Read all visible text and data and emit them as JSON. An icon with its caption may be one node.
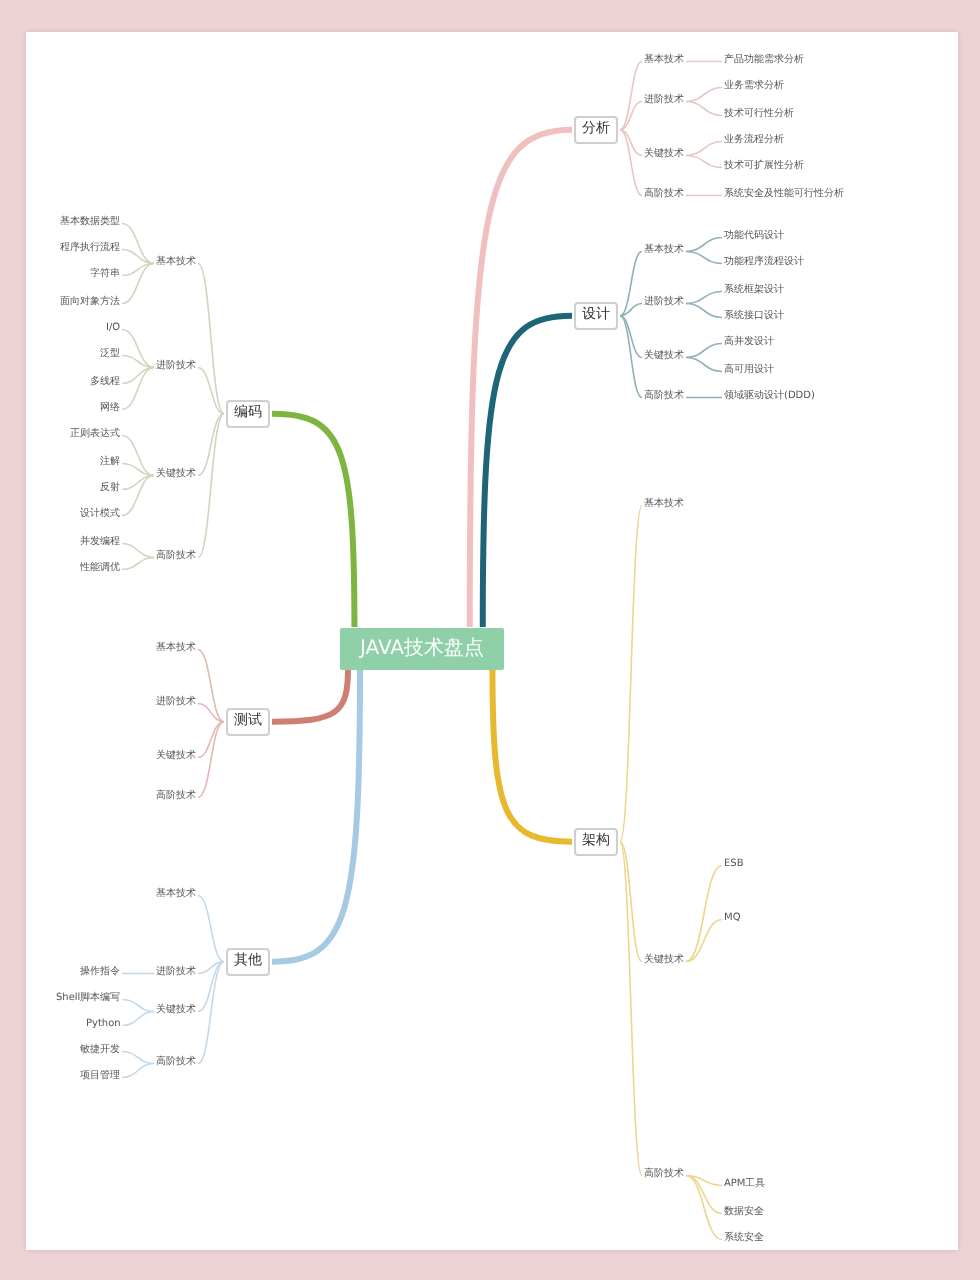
{
  "diagram": {
    "nodes": [
      {
        "text": [
          "JAVA技术盘点"
        ]
      },
      {
        "text": [
          "分析"
        ]
      },
      {
        "text": [
          "基本技术"
        ]
      },
      {
        "text": [
          "产品功能需求分析"
        ]
      },
      {
        "text": [
          "进阶技术"
        ]
      },
      {
        "text": [
          "业务需求分析"
        ]
      },
      {
        "text": [
          "技术可行性分析"
        ]
      },
      {
        "text": [
          "关键技术"
        ]
      },
      {
        "text": [
          "业务流程分析"
        ]
      },
      {
        "text": [
          "技术可扩展性分析"
        ]
      },
      {
        "text": [
          "高阶技术"
        ]
      },
      {
        "text": [
          "系统安全及性能可行性分析"
        ]
      },
      {
        "text": [
          "设计"
        ]
      },
      {
        "text": [
          "基本技术"
        ]
      },
      {
        "text": [
          "功能代码设计"
        ]
      },
      {
        "text": [
          "功能程序流程设计"
        ]
      },
      {
        "text": [
          "进阶技术"
        ]
      },
      {
        "text": [
          "系统框架设计"
        ]
      },
      {
        "text": [
          "系统接口设计"
        ]
      },
      {
        "text": [
          "关键技术"
        ]
      },
      {
        "text": [
          "高并发设计"
        ]
      },
      {
        "text": [
          "高可用设计"
        ]
      },
      {
        "text": [
          "高阶技术"
        ]
      },
      {
        "text": [
          "领域驱动设计(DDD)"
        ]
      },
      {
        "text": [
          "架构"
        ]
      },
      {
        "text": [
          "基本技术"
        ]
      },
      {
        "text": [
          "关键技术"
        ]
      },
      {
        "text": [
          "ESB"
        ]
      },
      {
        "text": [
          "MQ"
        ]
      },
      {
        "text": [
          "高阶技术"
        ]
      },
      {
        "text": [
          "APM工具"
        ]
      },
      {
        "text": [
          "数据安全"
        ]
      },
      {
        "text": [
          "系统安全"
        ]
      },
      {
        "text": [
          "编码"
        ]
      },
      {
        "text": [
          "基本技术"
        ]
      },
      {
        "text": [
          "基本数据类型"
        ]
      },
      {
        "text": [
          "程序执行流程"
        ]
      },
      {
        "text": [
          "字符串"
        ]
      },
      {
        "text": [
          "面向对象方法"
        ]
      },
      {
        "text": [
          "进阶技术"
        ]
      },
      {
        "text": [
          "I/O"
        ]
      },
      {
        "text": [
          "泛型"
        ]
      },
      {
        "text": [
          "多线程"
        ]
      },
      {
        "text": [
          "网络"
        ]
      },
      {
        "text": [
          "关键技术"
        ]
      },
      {
        "text": [
          "正则表达式"
        ]
      },
      {
        "text": [
          "注解"
        ]
      },
      {
        "text": [
          "反射"
        ]
      },
      {
        "text": [
          "设计模式"
        ]
      },
      {
        "text": [
          "高阶技术"
        ]
      },
      {
        "text": [
          "并发编程"
        ]
      },
      {
        "text": [
          "性能调优"
        ]
      },
      {
        "text": [
          "测试"
        ]
      },
      {
        "text": [
          "基本技术"
        ]
      },
      {
        "text": [
          "进阶技术"
        ]
      },
      {
        "text": [
          "关键技术"
        ]
      },
      {
        "text": [
          "高阶技术"
        ]
      },
      {
        "text": [
          "其他"
        ]
      },
      {
        "text": [
          "基本技术"
        ]
      },
      {
        "text": [
          "进阶技术"
        ]
      },
      {
        "text": [
          "操作指令"
        ]
      },
      {
        "text": [
          "关键技术"
        ]
      },
      {
        "text": [
          "Shell脚本编写"
        ]
      },
      {
        "text": [
          "Python"
        ]
      },
      {
        "text": [
          "高阶技术"
        ]
      },
      {
        "text": [
          "敏捷开发"
        ]
      },
      {
        "text": [
          "项目管理"
        ]
      }
    ],
    "edges": [
      {
        "from": 0,
        "to": 1,
        "arrow": "none",
        "style": "thick",
        "color": "#f0c0c0"
      },
      {
        "from": 1,
        "to": 2,
        "arrow": "none",
        "color": "#e8c6c6"
      },
      {
        "from": 2,
        "to": 3,
        "arrow": "none",
        "color": "#e8c6c6"
      },
      {
        "from": 1,
        "to": 4,
        "arrow": "none",
        "color": "#e8c6c6"
      },
      {
        "from": 4,
        "to": 5,
        "arrow": "none",
        "color": "#e8c6c6"
      },
      {
        "from": 4,
        "to": 6,
        "arrow": "none",
        "color": "#e8c6c6"
      },
      {
        "from": 1,
        "to": 7,
        "arrow": "none",
        "color": "#e8c6c6"
      },
      {
        "from": 7,
        "to": 8,
        "arrow": "none",
        "color": "#e8c6c6"
      },
      {
        "from": 7,
        "to": 9,
        "arrow": "none",
        "color": "#e8c6c6"
      },
      {
        "from": 1,
        "to": 10,
        "arrow": "none",
        "color": "#e8c6c6"
      },
      {
        "from": 10,
        "to": 11,
        "arrow": "none",
        "color": "#e8c6c6"
      },
      {
        "from": 0,
        "to": 12,
        "arrow": "none",
        "style": "thick",
        "color": "#1e6677"
      },
      {
        "from": 12,
        "to": 13,
        "arrow": "none",
        "color": "#8fb1b8"
      },
      {
        "from": 13,
        "to": 14,
        "arrow": "none",
        "color": "#8fb1b8"
      },
      {
        "from": 13,
        "to": 15,
        "arrow": "none",
        "color": "#8fb1b8"
      },
      {
        "from": 12,
        "to": 16,
        "arrow": "none",
        "color": "#8fb1b8"
      },
      {
        "from": 16,
        "to": 17,
        "arrow": "none",
        "color": "#8fb1b8"
      },
      {
        "from": 16,
        "to": 18,
        "arrow": "none",
        "color": "#8fb1b8"
      },
      {
        "from": 12,
        "to": 19,
        "arrow": "none",
        "color": "#8fb1b8"
      },
      {
        "from": 19,
        "to": 20,
        "arrow": "none",
        "color": "#8fb1b8"
      },
      {
        "from": 19,
        "to": 21,
        "arrow": "none",
        "color": "#8fb1b8"
      },
      {
        "from": 12,
        "to": 22,
        "arrow": "none",
        "color": "#8fb1b8"
      },
      {
        "from": 22,
        "to": 23,
        "arrow": "none",
        "color": "#8fb1b8"
      },
      {
        "from": 0,
        "to": 24,
        "arrow": "none",
        "style": "thick",
        "color": "#e8b82e"
      },
      {
        "from": 24,
        "to": 25,
        "arrow": "none",
        "color": "#ecd68a"
      },
      {
        "from": 24,
        "to": 26,
        "arrow": "none",
        "color": "#ecd68a"
      },
      {
        "from": 26,
        "to": 27,
        "arrow": "none",
        "color": "#ecd68a"
      },
      {
        "from": 26,
        "to": 28,
        "arrow": "none",
        "color": "#ecd68a"
      },
      {
        "from": 24,
        "to": 29,
        "arrow": "none",
        "color": "#ecd68a"
      },
      {
        "from": 29,
        "to": 30,
        "arrow": "none",
        "color": "#ecd68a"
      },
      {
        "from": 29,
        "to": 31,
        "arrow": "none",
        "color": "#ecd68a"
      },
      {
        "from": 29,
        "to": 32,
        "arrow": "none",
        "color": "#ecd68a"
      },
      {
        "from": 0,
        "to": 33,
        "arrow": "none",
        "style": "thick",
        "color": "#7db540"
      },
      {
        "from": 33,
        "to": 34,
        "arrow": "none",
        "color": "#cfd6bf"
      },
      {
        "from": 34,
        "to": 35,
        "arrow": "none",
        "color": "#cfd6bf"
      },
      {
        "from": 34,
        "to": 36,
        "arrow": "none",
        "color": "#cfd6bf"
      },
      {
        "from": 34,
        "to": 37,
        "arrow": "none",
        "color": "#cfd6bf"
      },
      {
        "from": 34,
        "to": 38,
        "arrow": "none",
        "color": "#cfd6bf"
      },
      {
        "from": 33,
        "to": 39,
        "arrow": "none",
        "color": "#cfd6bf"
      },
      {
        "from": 39,
        "to": 40,
        "arrow": "none",
        "color": "#cfd6bf"
      },
      {
        "from": 39,
        "to": 41,
        "arrow": "none",
        "color": "#cfd6bf"
      },
      {
        "from": 39,
        "to": 42,
        "arrow": "none",
        "color": "#cfd6bf"
      },
      {
        "from": 39,
        "to": 43,
        "arrow": "none",
        "color": "#cfd6bf"
      },
      {
        "from": 33,
        "to": 44,
        "arrow": "none",
        "color": "#cfd6bf"
      },
      {
        "from": 44,
        "to": 45,
        "arrow": "none",
        "color": "#cfd6bf"
      },
      {
        "from": 44,
        "to": 46,
        "arrow": "none",
        "color": "#cfd6bf"
      },
      {
        "from": 44,
        "to": 47,
        "arrow": "none",
        "color": "#cfd6bf"
      },
      {
        "from": 44,
        "to": 48,
        "arrow": "none",
        "color": "#cfd6bf"
      },
      {
        "from": 33,
        "to": 49,
        "arrow": "none",
        "color": "#cfd6bf"
      },
      {
        "from": 49,
        "to": 50,
        "arrow": "none",
        "color": "#cfd6bf"
      },
      {
        "from": 49,
        "to": 51,
        "arrow": "none",
        "color": "#cfd6bf"
      },
      {
        "from": 0,
        "to": 52,
        "arrow": "none",
        "style": "thick",
        "color": "#cf7f72"
      },
      {
        "from": 52,
        "to": 53,
        "arrow": "none",
        "color": "#e2b8b0"
      },
      {
        "from": 52,
        "to": 54,
        "arrow": "none",
        "color": "#e2b8b0"
      },
      {
        "from": 52,
        "to": 55,
        "arrow": "none",
        "color": "#e2b8b0"
      },
      {
        "from": 52,
        "to": 56,
        "arrow": "none",
        "color": "#e2b8b0"
      },
      {
        "from": 0,
        "to": 57,
        "arrow": "none",
        "style": "thick",
        "color": "#a6c9e4"
      },
      {
        "from": 57,
        "to": 58,
        "arrow": "none",
        "color": "#c4d8e8"
      },
      {
        "from": 57,
        "to": 59,
        "arrow": "none",
        "color": "#c4d8e8"
      },
      {
        "from": 59,
        "to": 60,
        "arrow": "none",
        "color": "#c4d8e8"
      },
      {
        "from": 57,
        "to": 61,
        "arrow": "none",
        "color": "#c4d8e8"
      },
      {
        "from": 61,
        "to": 62,
        "arrow": "none",
        "color": "#c4d8e8"
      },
      {
        "from": 61,
        "to": 63,
        "arrow": "none",
        "color": "#c4d8e8"
      },
      {
        "from": 57,
        "to": 64,
        "arrow": "none",
        "color": "#c4d8e8"
      },
      {
        "from": 64,
        "to": 65,
        "arrow": "none",
        "color": "#c4d8e8"
      },
      {
        "from": 64,
        "to": 66,
        "arrow": "none",
        "color": "#c4d8e8"
      }
    ]
  }
}
